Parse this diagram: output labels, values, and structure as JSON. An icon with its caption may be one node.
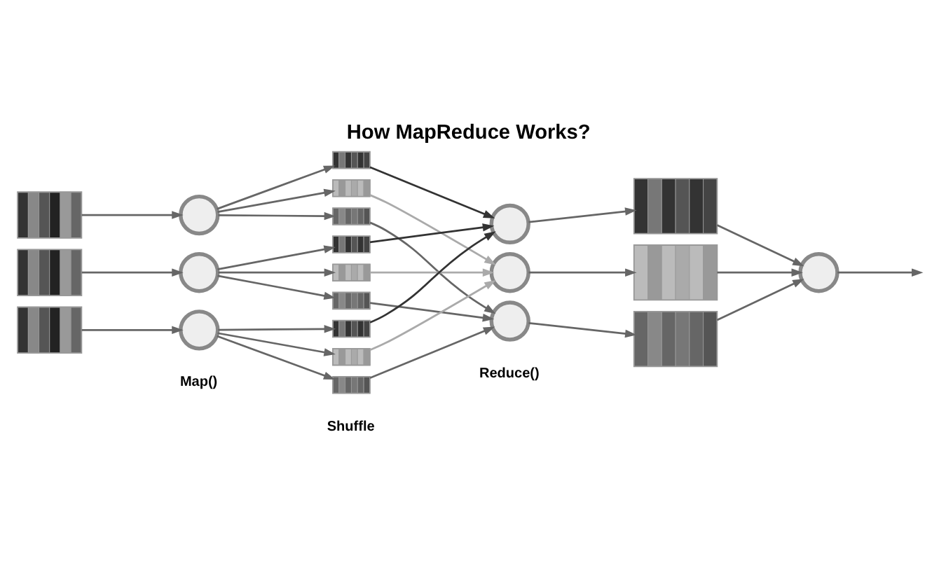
{
  "diagram": {
    "title": "How MapReduce Works?",
    "nodes": [
      {
        "text": [],
        "shape": "box"
      },
      {
        "text": [],
        "shape": "box"
      },
      {
        "text": [],
        "shape": "box"
      },
      {
        "text": [],
        "shape": "circle"
      },
      {
        "text": [],
        "shape": "circle"
      },
      {
        "text": [],
        "shape": "circle"
      },
      {
        "text": [],
        "shape": "box"
      },
      {
        "text": [],
        "shape": "box"
      },
      {
        "text": [],
        "shape": "box"
      },
      {
        "text": [],
        "shape": "box"
      },
      {
        "text": [],
        "shape": "box"
      },
      {
        "text": [],
        "shape": "box"
      },
      {
        "text": [],
        "shape": "box"
      },
      {
        "text": [],
        "shape": "box"
      },
      {
        "text": [],
        "shape": "box"
      },
      {
        "text": [],
        "shape": "circle"
      },
      {
        "text": [],
        "shape": "circle"
      },
      {
        "text": [],
        "shape": "circle"
      },
      {
        "text": [],
        "shape": "box"
      },
      {
        "text": [],
        "shape": "box"
      },
      {
        "text": [],
        "shape": "box"
      },
      {
        "text": [],
        "shape": "circle"
      }
    ],
    "edges": [
      {
        "from": 0,
        "to": 3,
        "arrow": "to"
      },
      {
        "from": 1,
        "to": 4,
        "arrow": "to"
      },
      {
        "from": 2,
        "to": 5,
        "arrow": "to"
      },
      {
        "from": 3,
        "to": 6,
        "arrow": "to"
      },
      {
        "from": 3,
        "to": 7,
        "arrow": "to"
      },
      {
        "from": 3,
        "to": 8,
        "arrow": "to"
      },
      {
        "from": 4,
        "to": 9,
        "arrow": "to"
      },
      {
        "from": 4,
        "to": 10,
        "arrow": "to"
      },
      {
        "from": 4,
        "to": 11,
        "arrow": "to"
      },
      {
        "from": 5,
        "to": 12,
        "arrow": "to"
      },
      {
        "from": 5,
        "to": 13,
        "arrow": "to"
      },
      {
        "from": 5,
        "to": 14,
        "arrow": "to"
      },
      {
        "from": 6,
        "to": 15,
        "arrow": "to",
        "color": "#333333"
      },
      {
        "from": 7,
        "to": 16,
        "arrow": "to",
        "color": "#aaaaaa"
      },
      {
        "from": 8,
        "to": 17,
        "arrow": "to"
      },
      {
        "from": 9,
        "to": 15,
        "arrow": "to",
        "color": "#333333"
      },
      {
        "from": 10,
        "to": 16,
        "arrow": "to",
        "color": "#aaaaaa"
      },
      {
        "from": 11,
        "to": 17,
        "arrow": "to"
      },
      {
        "from": 12,
        "to": 15,
        "arrow": "to",
        "color": "#333333"
      },
      {
        "from": 13,
        "to": 16,
        "arrow": "to",
        "color": "#aaaaaa"
      },
      {
        "from": 14,
        "to": 17,
        "arrow": "to"
      },
      {
        "from": 15,
        "to": 18,
        "arrow": "to"
      },
      {
        "from": 16,
        "to": 19,
        "arrow": "to"
      },
      {
        "from": 17,
        "to": 20,
        "arrow": "to"
      },
      {
        "from": 18,
        "to": 21,
        "arrow": "to"
      },
      {
        "from": 19,
        "to": 21,
        "arrow": "to"
      },
      {
        "from": 20,
        "to": 21,
        "arrow": "to"
      },
      {
        "from": 21,
        "to": null,
        "arrow": "to"
      }
    ],
    "labels": [
      "Map()",
      "Shuffle",
      "Reduce()"
    ]
  }
}
